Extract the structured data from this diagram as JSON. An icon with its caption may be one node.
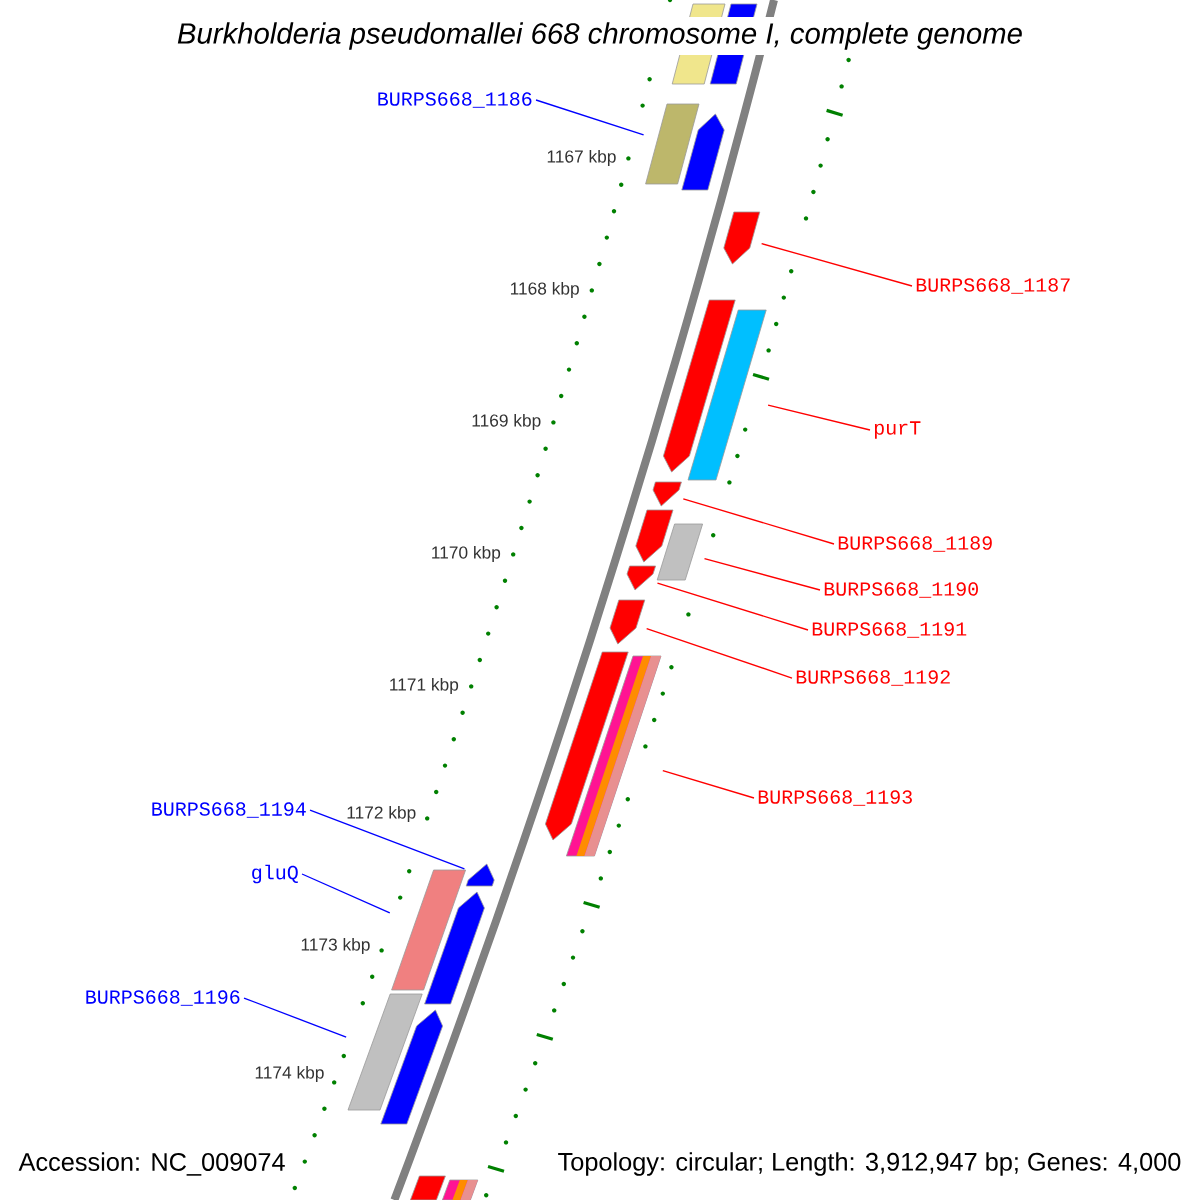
{
  "diagram": {
    "title": "Burkholderia pseudomallei 668 chromosome I, complete genome",
    "nodes": [
      {
        "text": [
          "BURPS668_1186"
        ]
      },
      {
        "text": [],
        "shape": "box"
      },
      {
        "text": [
          "BURPS668_1187"
        ]
      },
      {
        "text": [],
        "shape": "bar"
      },
      {
        "text": [
          "purT"
        ]
      },
      {
        "text": [],
        "shape": "box"
      },
      {
        "text": [
          "BURPS668_1189"
        ]
      },
      {
        "text": [],
        "shape": "bar"
      },
      {
        "text": [
          "BURPS668_1190"
        ]
      },
      {
        "text": [],
        "shape": "box"
      },
      {
        "text": [
          "BURPS668_1191"
        ]
      },
      {
        "text": [],
        "shape": "bar"
      },
      {
        "text": [
          "BURPS668_1192"
        ]
      },
      {
        "text": [],
        "shape": "bar"
      },
      {
        "text": [
          "BURPS668_1193"
        ]
      },
      {
        "text": [],
        "shape": "box"
      },
      {
        "text": [
          "BURPS668_1194"
        ]
      },
      {
        "text": [],
        "shape": "bar"
      },
      {
        "text": [
          "gluQ"
        ]
      },
      {
        "text": [],
        "shape": "box"
      },
      {
        "text": [
          "BURPS668_1196"
        ]
      },
      {
        "text": [],
        "shape": "box"
      },
      {
        "text": [],
        "shape": "box"
      },
      {
        "text": [],
        "shape": "box"
      },
      {
        "text": [],
        "shape": "bar"
      },
      {
        "text": [],
        "shape": "bar"
      },
      {
        "text": [],
        "shape": "bar"
      },
      {
        "text": [],
        "shape": "bar"
      },
      {
        "text": [],
        "shape": "bar"
      },
      {
        "text": [],
        "shape": "bar"
      },
      {
        "text": [],
        "shape": "box"
      },
      {
        "text": [],
        "shape": "box"
      }
    ],
    "edges": [
      {
        "from": 0,
        "to": 1,
        "arrow": "none",
        "color": "#0000ff"
      },
      {
        "from": 2,
        "to": 3,
        "arrow": "none"
      },
      {
        "from": 4,
        "to": 5,
        "arrow": "none"
      },
      {
        "from": 6,
        "to": 7,
        "arrow": "none"
      },
      {
        "from": 8,
        "to": 9,
        "arrow": "none"
      },
      {
        "from": 10,
        "to": 11,
        "arrow": "none"
      },
      {
        "from": 12,
        "to": 13,
        "arrow": "none"
      },
      {
        "from": 14,
        "to": 15,
        "arrow": "none"
      },
      {
        "from": 16,
        "to": 17,
        "arrow": "none",
        "color": "#0000ff"
      },
      {
        "from": 18,
        "to": 19,
        "arrow": "none",
        "color": "#0000ff"
      },
      {
        "from": 20,
        "to": 21,
        "arrow": "none",
        "color": "#0000ff"
      }
    ],
    "labels": [
      "1167 kbp",
      "1168 kbp",
      "1169 kbp",
      "1170 kbp",
      "1171 kbp",
      "1172 kbp",
      "1173 kbp",
      "1174 kbp",
      "Accession: NC_009074",
      "Topology: circular; Length: 3,912,947 bp; Genes: 4,000"
    ]
  }
}
